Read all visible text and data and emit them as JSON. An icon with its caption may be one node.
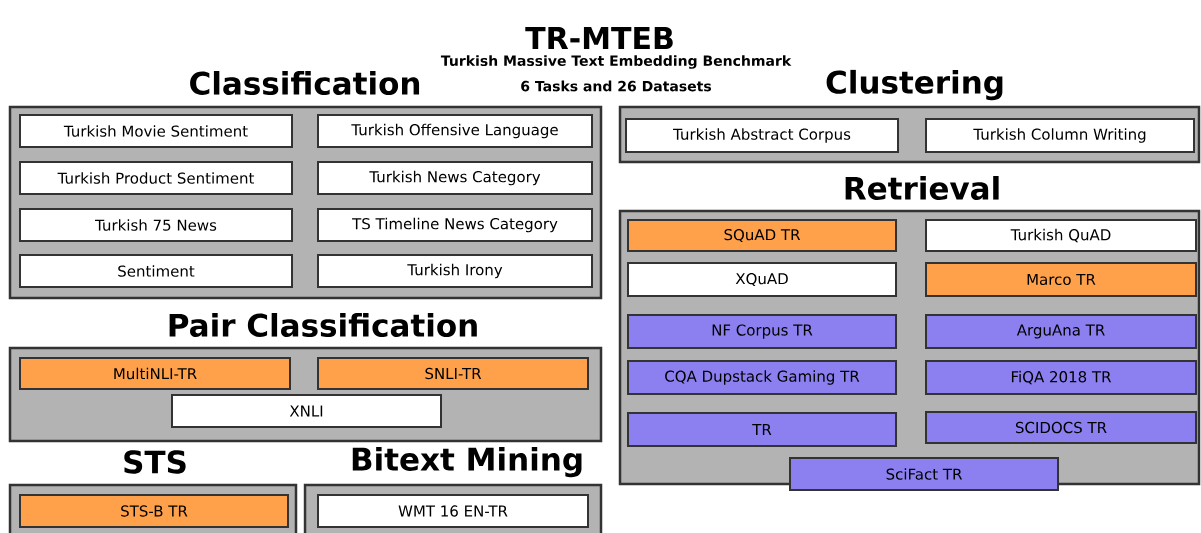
{
  "diagram": {
    "title": "TR-MTEB",
    "nodes": [
      {
        "text": [
          "Classification"
        ]
      },
      {
        "text": [
          "Turkish Movie Sentiment"
        ],
        "in": 0
      },
      {
        "text": [
          "Turkish Offensive Language"
        ],
        "in": 0
      },
      {
        "text": [
          "Turkish Product Sentiment"
        ],
        "in": 0
      },
      {
        "text": [
          "Turkish News Category"
        ],
        "in": 0
      },
      {
        "text": [
          "Turkish 75 News"
        ],
        "in": 0
      },
      {
        "text": [
          "TS Timeline News Category"
        ],
        "in": 0
      },
      {
        "text": [
          "Sentiment"
        ],
        "in": 0
      },
      {
        "text": [
          "Turkish Irony"
        ],
        "in": 0
      },
      {
        "text": [
          "Clustering"
        ]
      },
      {
        "text": [
          "Turkish Abstract Corpus"
        ],
        "in": 9
      },
      {
        "text": [
          "Turkish Column Writing"
        ],
        "in": 9
      },
      {
        "text": [
          "Retrieval"
        ]
      },
      {
        "text": [
          "SQuAD TR"
        ],
        "in": 12
      },
      {
        "text": [
          "Turkish QuAD"
        ],
        "in": 12
      },
      {
        "text": [
          "XQuAD"
        ],
        "in": 12
      },
      {
        "text": [
          "Marco TR"
        ],
        "in": 12
      },
      {
        "text": [
          "NF Corpus TR"
        ],
        "in": 12
      },
      {
        "text": [
          "ArguAna TR"
        ],
        "in": 12
      },
      {
        "text": [
          "CQA Dupstack Gaming TR"
        ],
        "in": 12
      },
      {
        "text": [
          "FiQA 2018 TR"
        ],
        "in": 12
      },
      {
        "text": [
          "TR"
        ],
        "in": 12
      },
      {
        "text": [
          "SCIDOCS TR"
        ],
        "in": 12
      },
      {
        "text": [
          "SciFact TR"
        ],
        "in": 12
      },
      {
        "text": [
          "Pair Classification"
        ]
      },
      {
        "text": [
          "MultiNLI-TR"
        ],
        "in": 24
      },
      {
        "text": [
          "SNLI-TR"
        ],
        "in": 24
      },
      {
        "text": [
          "XNLI"
        ],
        "in": 24
      },
      {
        "text": [
          "STS"
        ]
      },
      {
        "text": [
          "STS-B TR"
        ],
        "in": 28
      },
      {
        "text": [
          "Bitext Mining"
        ]
      },
      {
        "text": [
          "WMT 16 EN-TR"
        ],
        "in": 30
      }
    ],
    "labels": [
      "Turkish Massive Text Embedding Benchmark",
      "6 Tasks and 26 Datasets"
    ]
  }
}
